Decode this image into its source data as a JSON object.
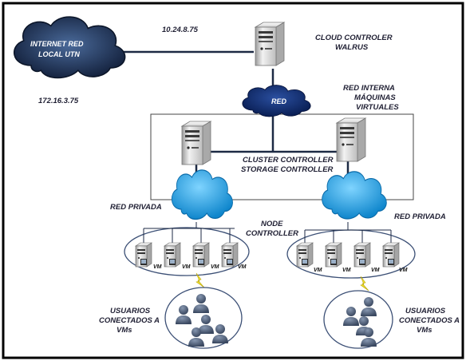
{
  "labels": {
    "internet": "INTERNET RED",
    "internet2": "LOCAL UTN",
    "ip_public": "10.24.8.75",
    "ip_local": "172.16.3.75",
    "cloud_controller": "CLOUD CONTROLER",
    "walrus": "WALRUS",
    "red": "RED",
    "red_interna": "RED INTERNA",
    "maquinas": "MÁQUINAS",
    "virtuales": "VIRTUALES",
    "cluster_controller": "CLUSTER CONTROLLER",
    "storage_controller": "STORAGE CONTROLLER",
    "red_privada_left": "RED PRIVADA",
    "red_privada_right": "RED PRIVADA",
    "node": "NODE",
    "controller": "CONTROLLER",
    "vm": "VM",
    "usuarios_left": "USUARIOS",
    "conectados_left": "CONECTADOS A",
    "vms_left": "VMs",
    "usuarios_right": "USUARIOS",
    "conectados_right": "CONECTADOS A",
    "vms_right": "VMs"
  },
  "colors": {
    "frame": "#000000",
    "dark_cloud": "#1b2d4f",
    "red_cloud": "#0d2a6b",
    "private_cloud": "#1aa0e0",
    "server_body": "#e4e4e4",
    "user": "#4a5a72",
    "line": "#1d2a44",
    "lightning": "#f2e22a"
  },
  "icons": [
    "server-icon",
    "cloud-icon",
    "user-icon",
    "lightning-icon"
  ]
}
